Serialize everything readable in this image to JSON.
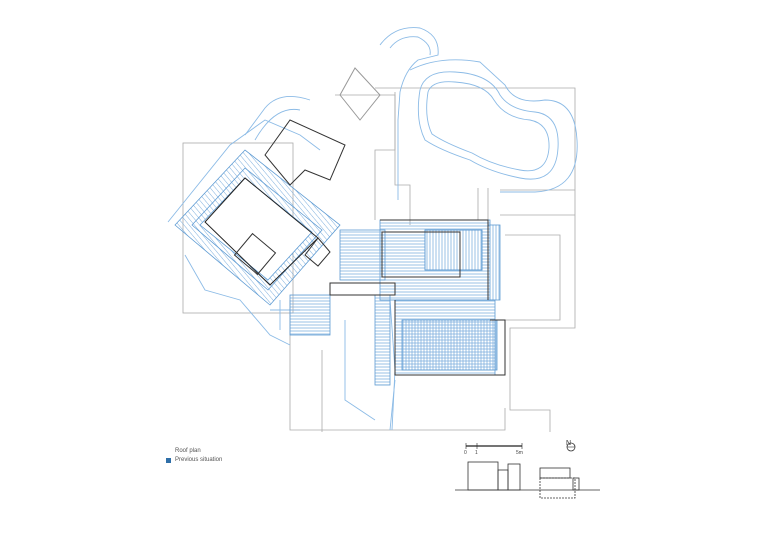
{
  "legend": {
    "items": [
      {
        "label": "Roof plan",
        "color": ""
      },
      {
        "label": "Previous situation",
        "color": "#2f6fa8"
      }
    ]
  },
  "scale": {
    "labels": [
      "0",
      "1",
      "5m"
    ]
  },
  "north": {
    "symbol": "N"
  },
  "colors": {
    "previous": "#7fb0de",
    "current": "#999999",
    "dark": "#222222"
  }
}
